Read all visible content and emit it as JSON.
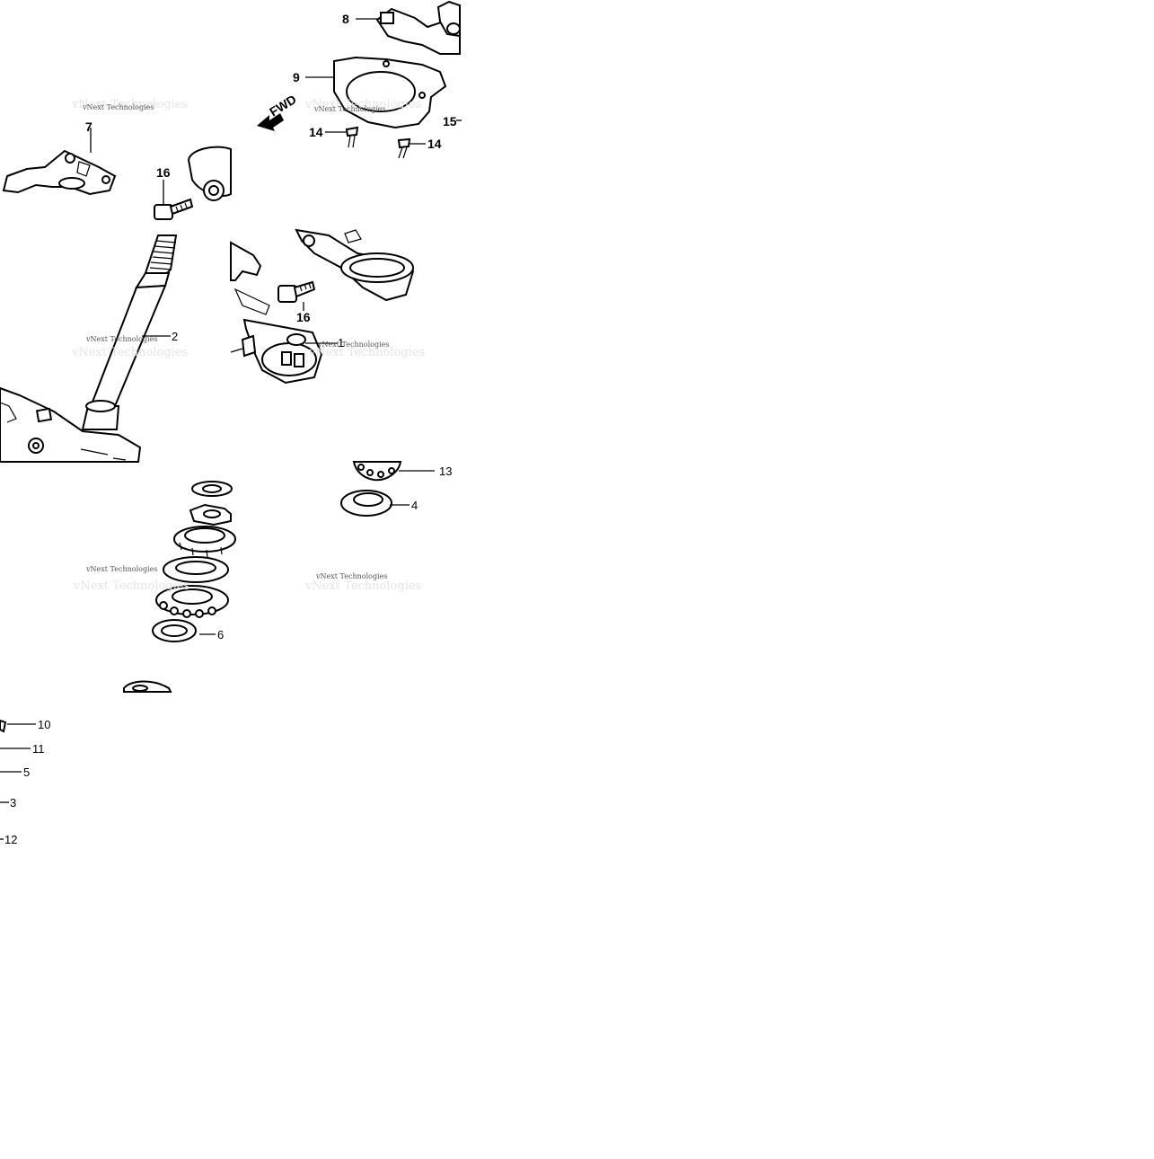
{
  "diagram": {
    "fwd_label": "FWD",
    "watermark_text": "vNext Technologies",
    "callouts": {
      "c1": "1",
      "c2": "2",
      "c3": "3",
      "c4": "4",
      "c5": "5",
      "c6": "6",
      "c7": "7",
      "c8": "8",
      "c9": "9",
      "c10": "10",
      "c11": "11",
      "c12": "12",
      "c13": "13",
      "c14a": "14",
      "c14b": "14",
      "c15": "15",
      "c16a": "16",
      "c16b": "16"
    }
  }
}
